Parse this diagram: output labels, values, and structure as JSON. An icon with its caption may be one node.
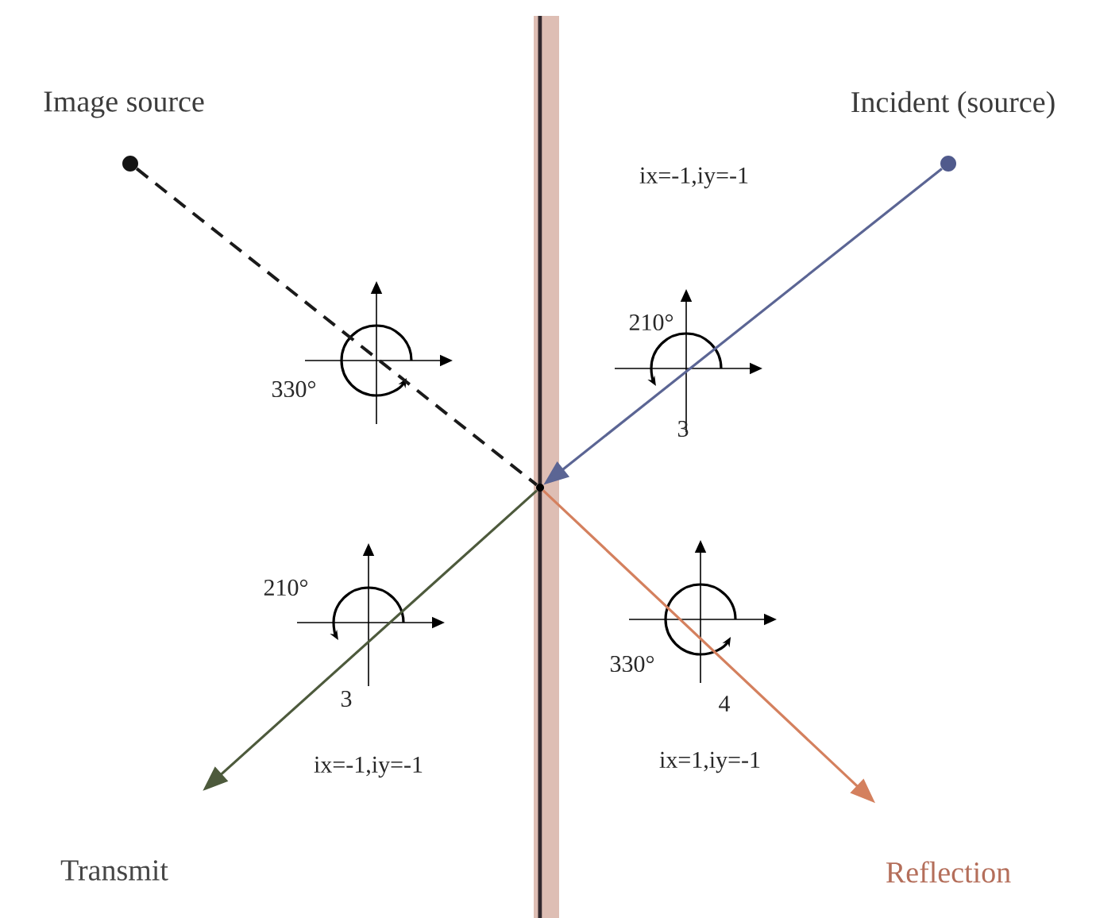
{
  "diagram": {
    "nodes": [
      {
        "text": [],
        "shape": "circle",
        "beside": [
          "Image source"
        ]
      },
      {
        "text": [],
        "shape": "circle",
        "beside": [
          "Incident (source)"
        ]
      },
      {
        "text": [],
        "shape": "point"
      },
      {
        "text": [
          "Transmit"
        ]
      },
      {
        "text": [
          "Reflection"
        ]
      }
    ],
    "edges": [
      {
        "from": 0,
        "to": 2,
        "arrow": "none",
        "style": "dashed",
        "color": "#1a1a1a"
      },
      {
        "from": 1,
        "to": 2,
        "arrow": "to",
        "color": "#5b6594"
      },
      {
        "from": 2,
        "to": 3,
        "arrow": "to",
        "color": "#4d5a3c"
      },
      {
        "from": 2,
        "to": 4,
        "arrow": "to",
        "color": "#d4805e"
      }
    ],
    "labels": [
      "ix=-1,iy=-1",
      "210°",
      "330°",
      "3",
      "210°",
      "330°",
      "3",
      "4",
      "ix=-1,iy=-1",
      "ix=1,iy=-1"
    ]
  }
}
